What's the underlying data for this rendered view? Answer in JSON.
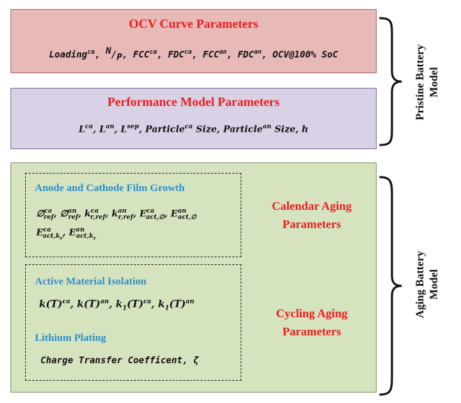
{
  "ocv": {
    "title": "OCV Curve Parameters",
    "params": [
      "Loading",
      "ca",
      "N",
      "P",
      "FCC",
      "ca",
      "FDC",
      "ca",
      "FCC",
      "an",
      "FDC",
      "an",
      "OCV@100% SoC"
    ]
  },
  "performance": {
    "title": "Performance Model Parameters",
    "params": [
      "L",
      "ca",
      "L",
      "an",
      "L",
      "sep",
      "Particle",
      "ca",
      "Size",
      "Particle",
      "an",
      "Size",
      "h"
    ]
  },
  "calendar": {
    "title_line1": "Calendar Aging",
    "title_line2": "Parameters",
    "film_growth": "Anode and Cathode Film Growth"
  },
  "cycling": {
    "title_line1": "Cycling Aging",
    "title_line2": "Parameters",
    "isolation": "Active Material Isolation",
    "plating": "Lithium Plating",
    "plating_params": "Charge Transfer Coefficent, ζ"
  },
  "labels": {
    "pristine_line1": "Pristine Battery",
    "pristine_line2": "Model",
    "aging_line1": "Aging Battery",
    "aging_line2": "Model"
  },
  "colors": {
    "ocv_fill": "#e7b9b7",
    "perf_fill": "#d9d2e6",
    "aging_fill": "#d6e3bf",
    "title_red": "#ee1c1c",
    "subtitle_blue": "#2e8fc6"
  }
}
